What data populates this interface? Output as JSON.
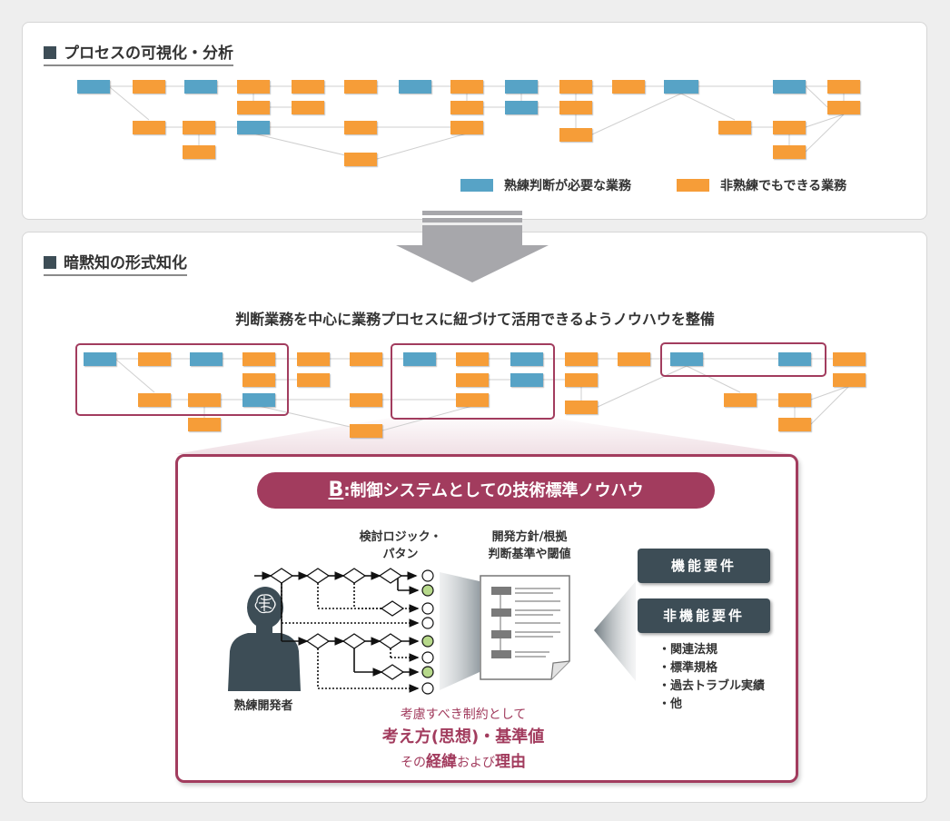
{
  "section1": {
    "title": "プロセスの可視化・分析"
  },
  "legend": {
    "skilled": "熟練判断が必要な業務",
    "unskilled": "非熟練でもできる業務"
  },
  "colors": {
    "skilled": "#57a3c6",
    "unskilled": "#f69d38",
    "accent": "#a23c5e",
    "dark": "#3d4d56"
  },
  "section2": {
    "title": "暗黙知の形式知化",
    "subtitle": "判断業務を中心に業務プロセスに紐づけて活用できるようノウハウを整備"
  },
  "detail": {
    "badge_prefix": "B",
    "badge_text": ":制御システムとしての技術標準ノウハウ",
    "logic_label_1": "検討ロジック・",
    "logic_label_2": "パタン",
    "policy_label_1": "開発方針/根拠",
    "policy_label_2": "判断基準や閾値",
    "person_label": "熟練開発者",
    "functional": "機能要件",
    "nonfunctional": "非機能要件",
    "list": [
      "・関連法規",
      "・標準規格",
      "・過去トラブル実績",
      "・他"
    ],
    "constraint_1": "考慮すべき制約として",
    "constraint_2": "考え方(思想)・基準値",
    "constraint_3a": "その",
    "constraint_3b": "経緯",
    "constraint_3c": "および",
    "constraint_3d": "理由"
  },
  "icons": {
    "person": "person-with-brain-icon",
    "document": "document-icon",
    "arrow": "down-arrow-icon",
    "flow": "decision-flowchart-icon"
  }
}
